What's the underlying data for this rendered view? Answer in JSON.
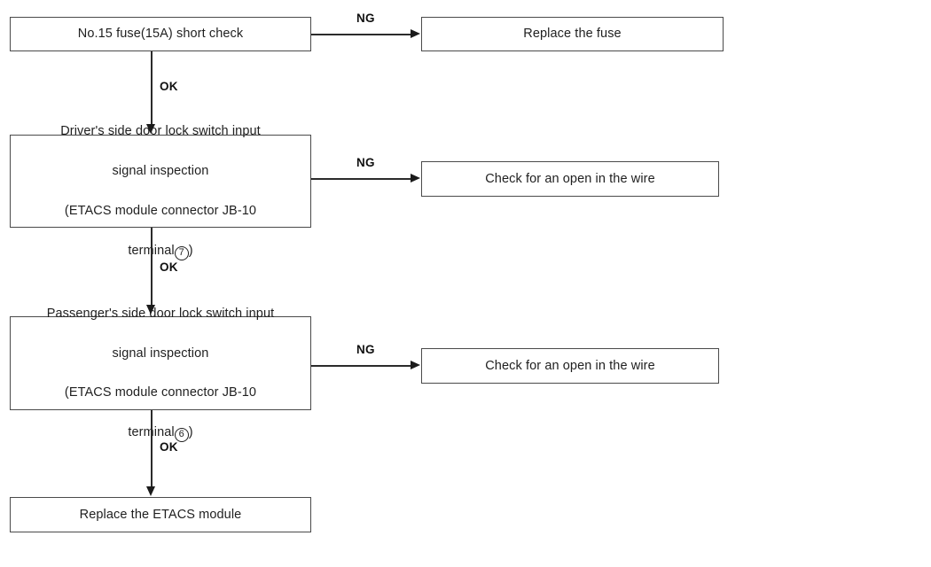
{
  "diagram": {
    "title": "Door lock switch input signal troubleshooting flowchart",
    "type": "flowchart",
    "orientation": "top-down with right branches"
  },
  "nodes": [
    {
      "id": "fuse-check",
      "label": "No.15 fuse(15A) short check",
      "column": "left",
      "row": 1
    },
    {
      "id": "replace-fuse",
      "label": "Replace the fuse",
      "column": "right",
      "row": 1
    },
    {
      "id": "driver-inspection",
      "label_line1": "Driver's side door lock switch input",
      "label_line2": "signal inspection",
      "label_line3": "(ETACS module connector JB-10",
      "label_line4_prefix": "terminal",
      "label_line4_circled": "7",
      "label_line4_suffix": ")",
      "column": "left",
      "row": 2
    },
    {
      "id": "check-open-wire-1",
      "label": "Check for an open in the wire",
      "column": "right",
      "row": 2
    },
    {
      "id": "passenger-inspection",
      "label_line1": "Passenger's side door lock switch input",
      "label_line2": "signal inspection",
      "label_line3": "(ETACS module connector JB-10",
      "label_line4_prefix": "terminal",
      "label_line4_circled": "6",
      "label_line4_suffix": ")",
      "column": "left",
      "row": 3
    },
    {
      "id": "check-open-wire-2",
      "label": "Check for an open in the wire",
      "column": "right",
      "row": 3
    },
    {
      "id": "replace-etacs",
      "label": "Replace the ETACS module",
      "column": "left",
      "row": 4
    }
  ],
  "edges": [
    {
      "id": "ng-1",
      "label": "NG",
      "from": "fuse-check",
      "to": "replace-fuse",
      "direction": "right"
    },
    {
      "id": "ok-1",
      "label": "OK",
      "from": "fuse-check",
      "to": "driver-inspection",
      "direction": "down"
    },
    {
      "id": "ng-2",
      "label": "NG",
      "from": "driver-inspection",
      "to": "check-open-wire-1",
      "direction": "right"
    },
    {
      "id": "ok-2",
      "label": "OK",
      "from": "driver-inspection",
      "to": "passenger-inspection",
      "direction": "down"
    },
    {
      "id": "ng-3",
      "label": "NG",
      "from": "passenger-inspection",
      "to": "check-open-wire-2",
      "direction": "right"
    },
    {
      "id": "ok-3",
      "label": "OK",
      "from": "passenger-inspection",
      "to": "replace-etacs",
      "direction": "down"
    }
  ],
  "colors": {
    "background": "#ffffff",
    "box_border": "#4a4a4a",
    "connector": "#2b2b2b",
    "text": "#1f1f1f"
  }
}
